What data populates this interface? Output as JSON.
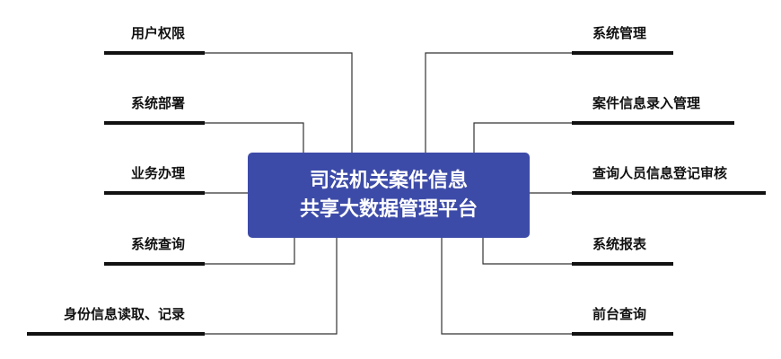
{
  "center": {
    "title_line1": "司法机关案件信息",
    "title_line2": "共享大数据管理平台",
    "fill_color": "#3d4ba8"
  },
  "left_branches": [
    {
      "label": "用户权限"
    },
    {
      "label": "系统部署"
    },
    {
      "label": "业务办理"
    },
    {
      "label": "系统查询"
    },
    {
      "label": "身份信息读取、记录"
    }
  ],
  "right_branches": [
    {
      "label": "系统管理"
    },
    {
      "label": "案件信息录入管理"
    },
    {
      "label": "查询人员信息登记审核"
    },
    {
      "label": "系统报表"
    },
    {
      "label": "前台查询"
    }
  ]
}
